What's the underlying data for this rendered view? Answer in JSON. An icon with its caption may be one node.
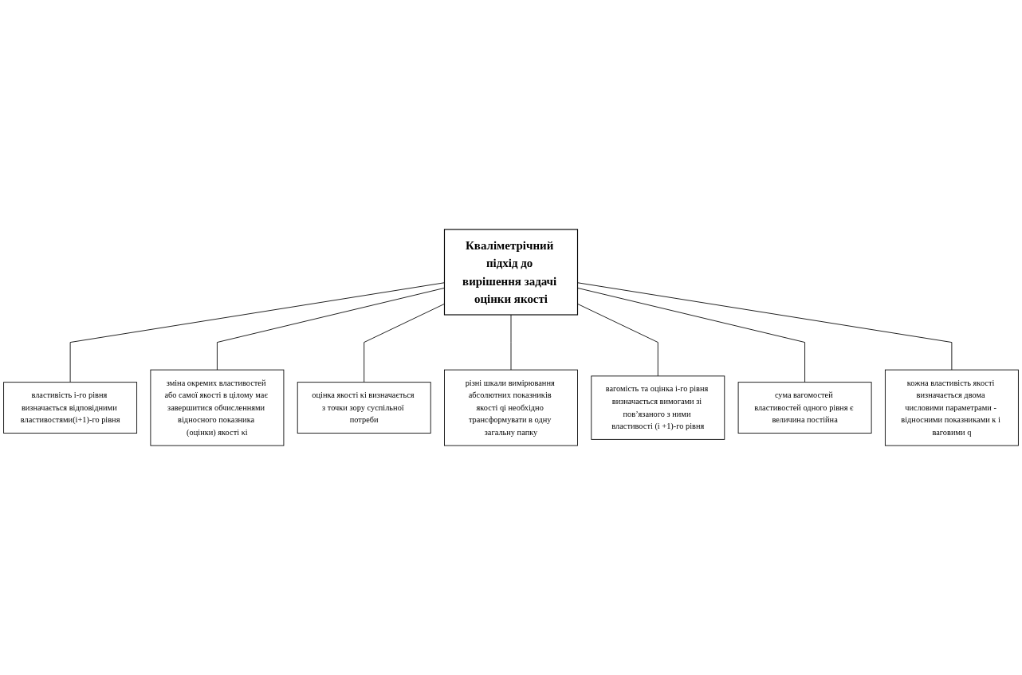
{
  "diagram": {
    "nodes": [
      {
        "text": [
          "властивість i-го рівня визначається відповідними властивостями(i+1)-го рівня"
        ]
      },
      {
        "text": [
          "Кваліметрічний підхід до вирішення задачі оцінки якості"
        ]
      },
      {
        "text": [
          "зміна окремих властивостей або самої якості в цілому має завершитися обчисленнями відносного показника (оцінки) якості κi"
        ]
      },
      {
        "text": [
          "оцінка якості кі визначається з точки зору суспільної потреби"
        ]
      },
      {
        "text": [
          "різні шкали вимірювання абсолютних показників якості qi необхідно трансформувати в одну загальну папку"
        ]
      },
      {
        "text": [
          "вагомість та оцінка і-го рівня визначається вимогами зі пов’язаного з ними властивості (i +1)-го рівня"
        ]
      },
      {
        "text": [
          "сума вагомостей властивостей одного рівня є величина постійна"
        ]
      },
      {
        "text": [
          "кожна властивість якості визначається двома числовими параметрами - відносними показниками к і ваговими q"
        ]
      }
    ],
    "edges": [
      {
        "from": 0,
        "to": 1,
        "arrow": "none"
      },
      {
        "from": 2,
        "to": 1,
        "arrow": "none"
      },
      {
        "from": 3,
        "to": 1,
        "arrow": "none"
      },
      {
        "from": 4,
        "to": 1,
        "arrow": "none"
      },
      {
        "from": 5,
        "to": 1,
        "arrow": "none"
      },
      {
        "from": 6,
        "to": 1,
        "arrow": "none"
      },
      {
        "from": 7,
        "to": 1,
        "arrow": "none"
      }
    ]
  }
}
